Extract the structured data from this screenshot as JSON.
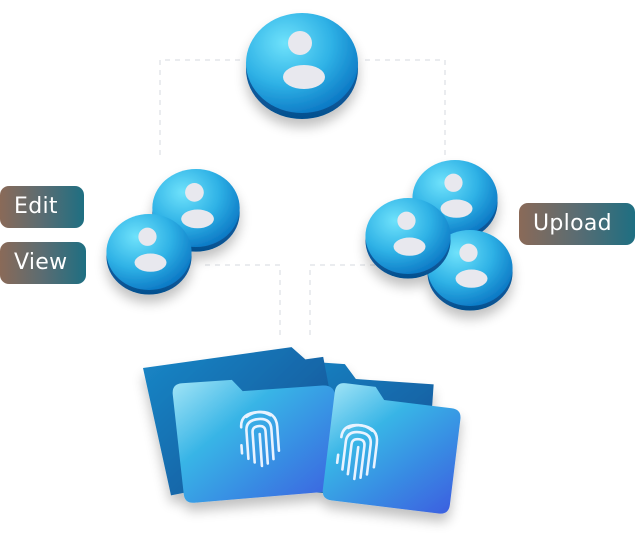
{
  "labels": {
    "edit": "Edit",
    "view": "View",
    "upload": "Upload"
  },
  "icons": {
    "user": "user-avatar-icon",
    "folder": "folder-icon",
    "fingerprint": "fingerprint-icon"
  },
  "colors": {
    "avatar_light": "#4fd0f0",
    "avatar_dark": "#0e7fc9",
    "folder_back": "#1468a8",
    "folder_front": "#2a86d6",
    "pill_warm": "#8a6a58",
    "pill_cool": "#1e6f82",
    "accent_line": "#b07a55"
  }
}
